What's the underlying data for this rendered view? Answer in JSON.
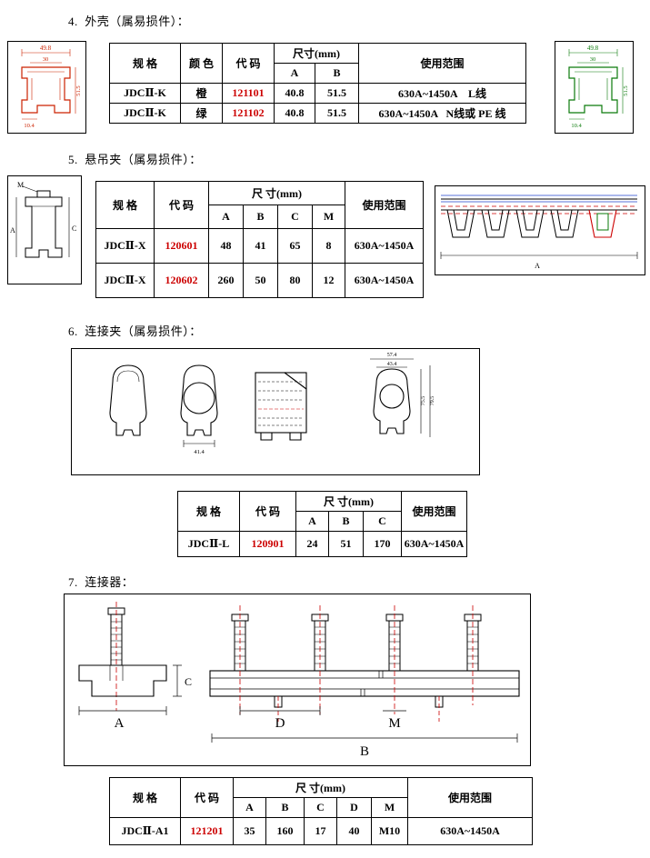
{
  "sections": {
    "s4": {
      "title": "4.  外壳（属易损件）：",
      "left_drawing": {
        "dim_top": "49.8",
        "dim_mid": "30",
        "dim_bottom": "10.4",
        "dim_right": "51.5"
      },
      "right_drawing": {
        "dim_top": "49.8",
        "dim_mid": "30",
        "dim_bottom": "10.4",
        "dim_right": "51.5"
      },
      "table": {
        "h_spec": "规 格",
        "h_color": "颜 色",
        "h_code": "代 码",
        "h_size": "尺寸(mm)",
        "h_a": "A",
        "h_b": "B",
        "h_range": "使用范围",
        "rows": [
          {
            "spec": "JDCⅡ-K",
            "color": "橙",
            "code": "121101",
            "a": "40.8",
            "b": "51.5",
            "range": "630A~1450A    L线"
          },
          {
            "spec": "JDCⅡ-K",
            "color": "绿",
            "code": "121102",
            "a": "40.8",
            "b": "51.5",
            "range": "630A~1450A   N线或 PE 线"
          }
        ]
      }
    },
    "s5": {
      "title": "5.  悬吊夹（属易损件）：",
      "left_drawing": {
        "label_m": "M",
        "label_c": "C",
        "label_a": "A"
      },
      "right_drawing": {
        "label_a": "A"
      },
      "table": {
        "h_spec": "规 格",
        "h_code": "代 码",
        "h_size": "尺 寸(mm)",
        "h_a": "A",
        "h_b": "B",
        "h_c": "C",
        "h_m": "M",
        "h_range": "使用范围",
        "rows": [
          {
            "spec": "JDCⅡ-X",
            "code": "120601",
            "a": "48",
            "b": "41",
            "c": "65",
            "m": "8",
            "range": "630A~1450A"
          },
          {
            "spec": "JDCⅡ-X",
            "code": "120602",
            "a": "260",
            "b": "50",
            "c": "80",
            "m": "12",
            "range": "630A~1450A"
          }
        ]
      }
    },
    "s6": {
      "title": "6.  连接夹（属易损件）：",
      "drawing": {
        "dim_41": "41.4",
        "dim_57": "57.4",
        "dim_43": "43.4",
        "dim_75": "75.5",
        "dim_79": "79.5"
      },
      "table": {
        "h_spec": "规 格",
        "h_code": "代 码",
        "h_size": "尺 寸(mm)",
        "h_a": "A",
        "h_b": "B",
        "h_c": "C",
        "h_range": "使用范围",
        "rows": [
          {
            "spec": "JDCⅡ-L",
            "code": "120901",
            "a": "24",
            "b": "51",
            "c": "170",
            "range": "630A~1450A"
          }
        ]
      }
    },
    "s7": {
      "title": "7.  连接器：",
      "drawing": {
        "label_a": "A",
        "label_b": "B",
        "label_c": "C",
        "label_d": "D",
        "label_m": "M"
      },
      "table": {
        "h_spec": "规 格",
        "h_code": "代 码",
        "h_size": "尺 寸(mm)",
        "h_a": "A",
        "h_b": "B",
        "h_c": "C",
        "h_d": "D",
        "h_m": "M",
        "h_range": "使用范围",
        "rows": [
          {
            "spec": "JDCⅡ-A1",
            "code": "121201",
            "a": "35",
            "b": "160",
            "c": "17",
            "d": "40",
            "m": "M10",
            "range": "630A~1450A"
          }
        ]
      }
    }
  },
  "colors": {
    "code_red": "#cc0000",
    "drawing_red": "#cc2200",
    "drawing_green": "#0a7a0a",
    "guide_blue": "#2244cc"
  }
}
